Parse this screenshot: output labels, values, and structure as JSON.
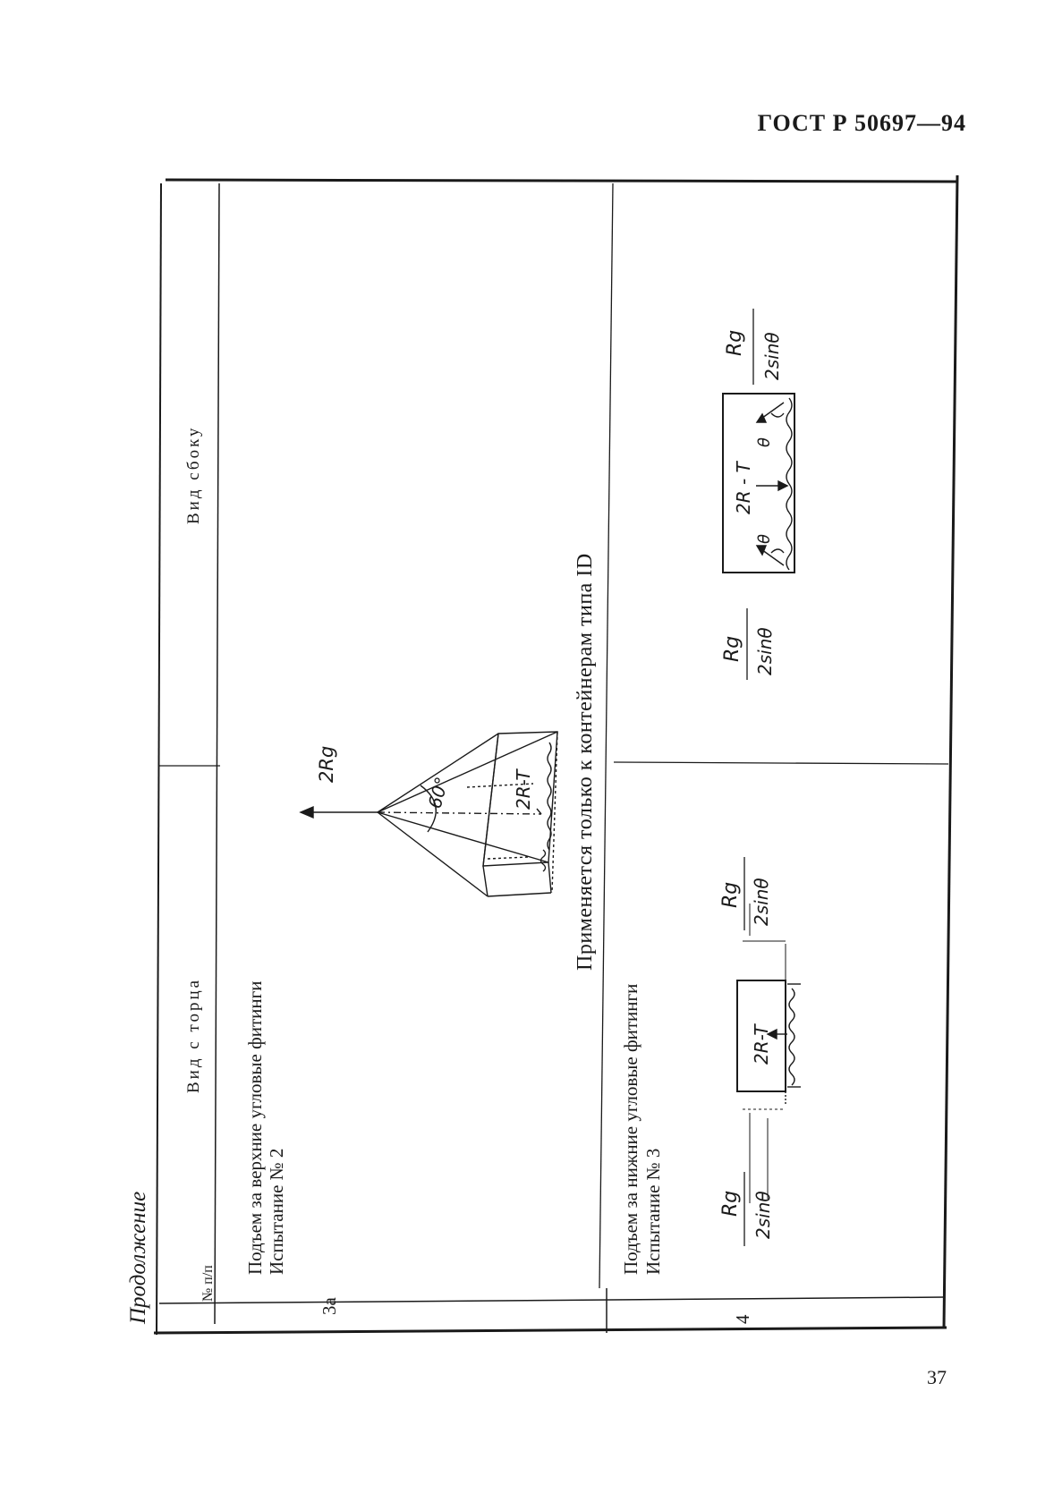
{
  "header": {
    "standard": "ГОСТ Р 50697—94"
  },
  "page_number": "37",
  "continuation_label": "Продолжение",
  "table": {
    "columns": {
      "number": "№ п/п",
      "end_view": "Вид с торца",
      "side_view": "Вид сбоку"
    },
    "rows": [
      {
        "number": "3а",
        "title": "Подъем за верхние угловые фитинги",
        "test": "Испытание № 2",
        "span_note": "Применяется только к контейнерам типа ID",
        "diagram": {
          "force_label": "2Rg",
          "angle_label": "60°",
          "box_label": "2R-T"
        }
      },
      {
        "number": "4",
        "title": "Подъем за нижние угловые фитинги",
        "test": "Испытание № 3",
        "end_diagram": {
          "left_num": "Rg",
          "left_den": "2sinθ",
          "box_label": "2R-T",
          "right_num": "Rg",
          "right_den": "2sinθ"
        },
        "side_diagram": {
          "left_num": "Rg",
          "left_den": "2sinθ",
          "box_label": "2R - T",
          "angle_left": "θ",
          "angle_right": "θ",
          "right_num": "Rg",
          "right_den": "2sinθ"
        }
      }
    ]
  }
}
